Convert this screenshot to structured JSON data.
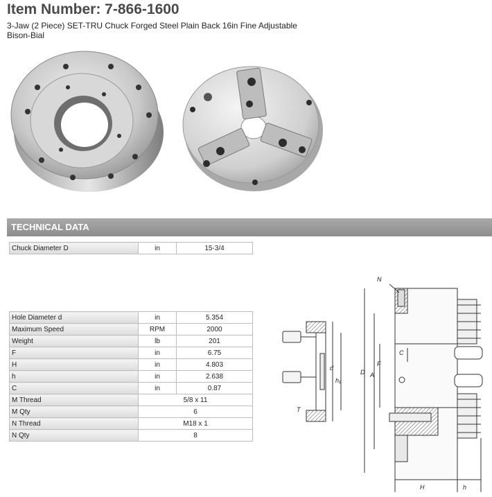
{
  "product": {
    "title": "Item Number: 7-866-1600",
    "subtitle_line1": "3-Jaw (2 Piece) SET-TRU Chuck Forged Steel Plain Back 16in Fine Adjustable",
    "subtitle_line2": "Bison-Bial"
  },
  "section": {
    "heading": "TECHNICAL DATA"
  },
  "table_top": [
    {
      "label": "Chuck Diameter D",
      "unit": "in",
      "value": "15-3/4"
    }
  ],
  "table_main": [
    {
      "label": "Hole Diameter d",
      "unit": "in",
      "value": "5.354"
    },
    {
      "label": "Maximum Speed",
      "unit": "RPM",
      "value": "2000"
    },
    {
      "label": "Weight",
      "unit": "lb",
      "value": "201"
    },
    {
      "label": "F",
      "unit": "in",
      "value": "6.75"
    },
    {
      "label": "H",
      "unit": "in",
      "value": "4.803"
    },
    {
      "label": "h",
      "unit": "in",
      "value": "2.638"
    },
    {
      "label": "C",
      "unit": "in",
      "value": "0.87"
    },
    {
      "label": "M Thread",
      "unit": "",
      "value": "5/8 x 11"
    },
    {
      "label": "M Qty",
      "unit": "",
      "value": "6"
    },
    {
      "label": "N Thread",
      "unit": "",
      "value": "M18 x 1"
    },
    {
      "label": "N Qty",
      "unit": "",
      "value": "8"
    }
  ],
  "drawing_labels": {
    "N": "N",
    "D": "D",
    "d": "d",
    "F": "F",
    "A": "A",
    "C": "C",
    "H": "H",
    "h": "h",
    "T": "T",
    "h1": "h₁"
  },
  "icons": [
    "chuck-back-photo",
    "chuck-front-photo",
    "chuck-technical-drawing"
  ]
}
